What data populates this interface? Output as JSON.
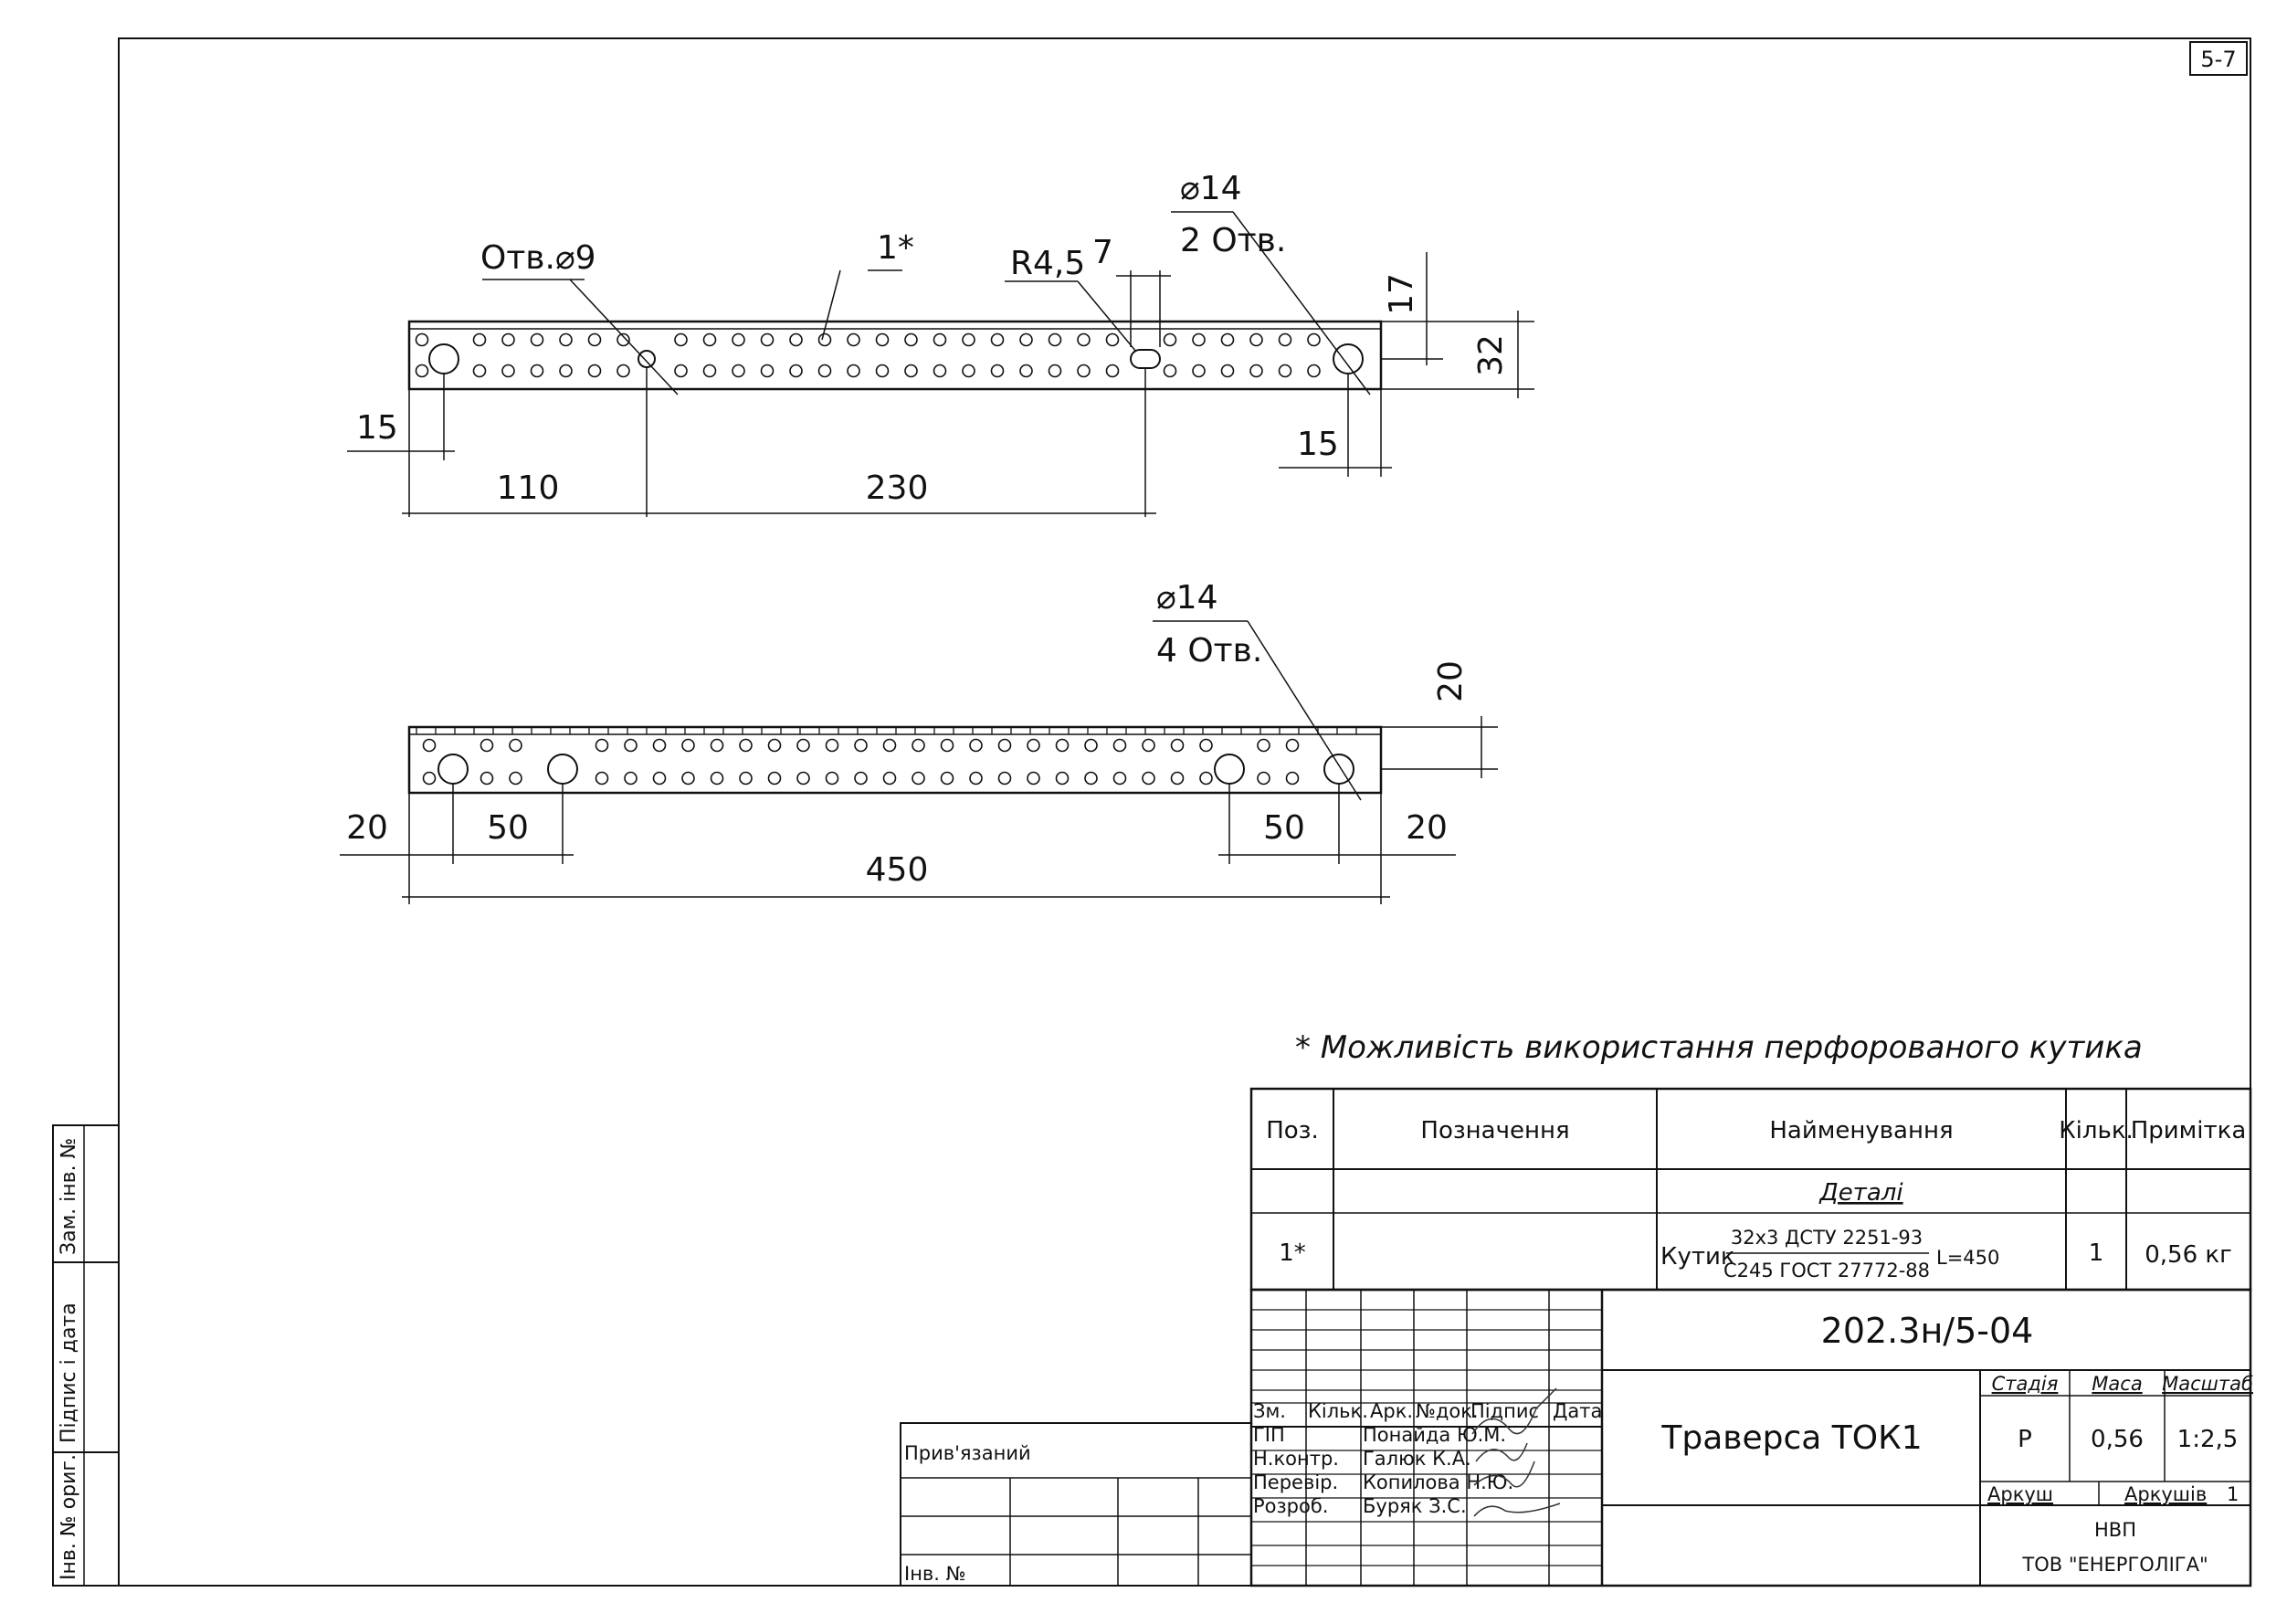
{
  "sheet_number": "5-7",
  "side_stamp": [
    "Інв. № ориг.",
    "Підпис і дата",
    "Зам. інв. №"
  ],
  "view1": {
    "leader_hole9": "Отв.⌀9",
    "leader_pos": "1*",
    "leader_slot": "R4,5",
    "dim_slot_width": "7",
    "hole14_dia": "⌀14",
    "hole14_count": "2 Отв.",
    "dim_height17": "17",
    "dim_height32": "32",
    "dim_left15": "15",
    "dim_right15": "15",
    "dim_110": "110",
    "dim_230": "230"
  },
  "view2": {
    "hole14_dia": "⌀14",
    "hole14_count": "4 Отв.",
    "dim_height20": "20",
    "dim_left20": "20",
    "dim_left50": "50",
    "dim_right50": "50",
    "dim_right20": "20",
    "dim_450": "450"
  },
  "note": "* Можливість використання перфорованого кутика",
  "spec": {
    "headers": [
      "Поз.",
      "Позначення",
      "Найменування",
      "Кільк.",
      "Примітка"
    ],
    "section": "Деталі",
    "row": {
      "pos": "1*",
      "name_prefix": "Кутик",
      "name_top": "32х3 ДСТУ 2251-93",
      "name_bottom": "С245 ГОСТ 27772-88",
      "name_suffix": "L=450",
      "qty": "1",
      "note": "0,56 кг"
    }
  },
  "title_block": {
    "doc_code": "202.3н/5-04",
    "title": "Траверса ТОК1",
    "rev_headers": [
      "Зм.",
      "Кільк.",
      "Арк.",
      "№док.",
      "Підпис",
      "Дата"
    ],
    "roles": [
      {
        "role": "ГІП",
        "name": "Понайда Ю.М."
      },
      {
        "role": "Н.контр.",
        "name": "Галюк К.А."
      },
      {
        "role": "Перевір.",
        "name": "Копилова Н.Ю."
      },
      {
        "role": "Розроб.",
        "name": "Буряк З.С."
      }
    ],
    "stage_label": "Стадія",
    "mass_label": "Маса",
    "scale_label": "Масштаб",
    "stage": "Р",
    "mass": "0,56",
    "scale": "1:2,5",
    "sheet_label": "Аркуш",
    "sheets_label": "Аркушів",
    "sheets_count": "1",
    "company_line1": "НВП",
    "company_line2": "ТОВ \"ЕНЕРГОЛІГА\"",
    "attached_label": "Прив'язаний",
    "inv_label": "Інв. №"
  }
}
